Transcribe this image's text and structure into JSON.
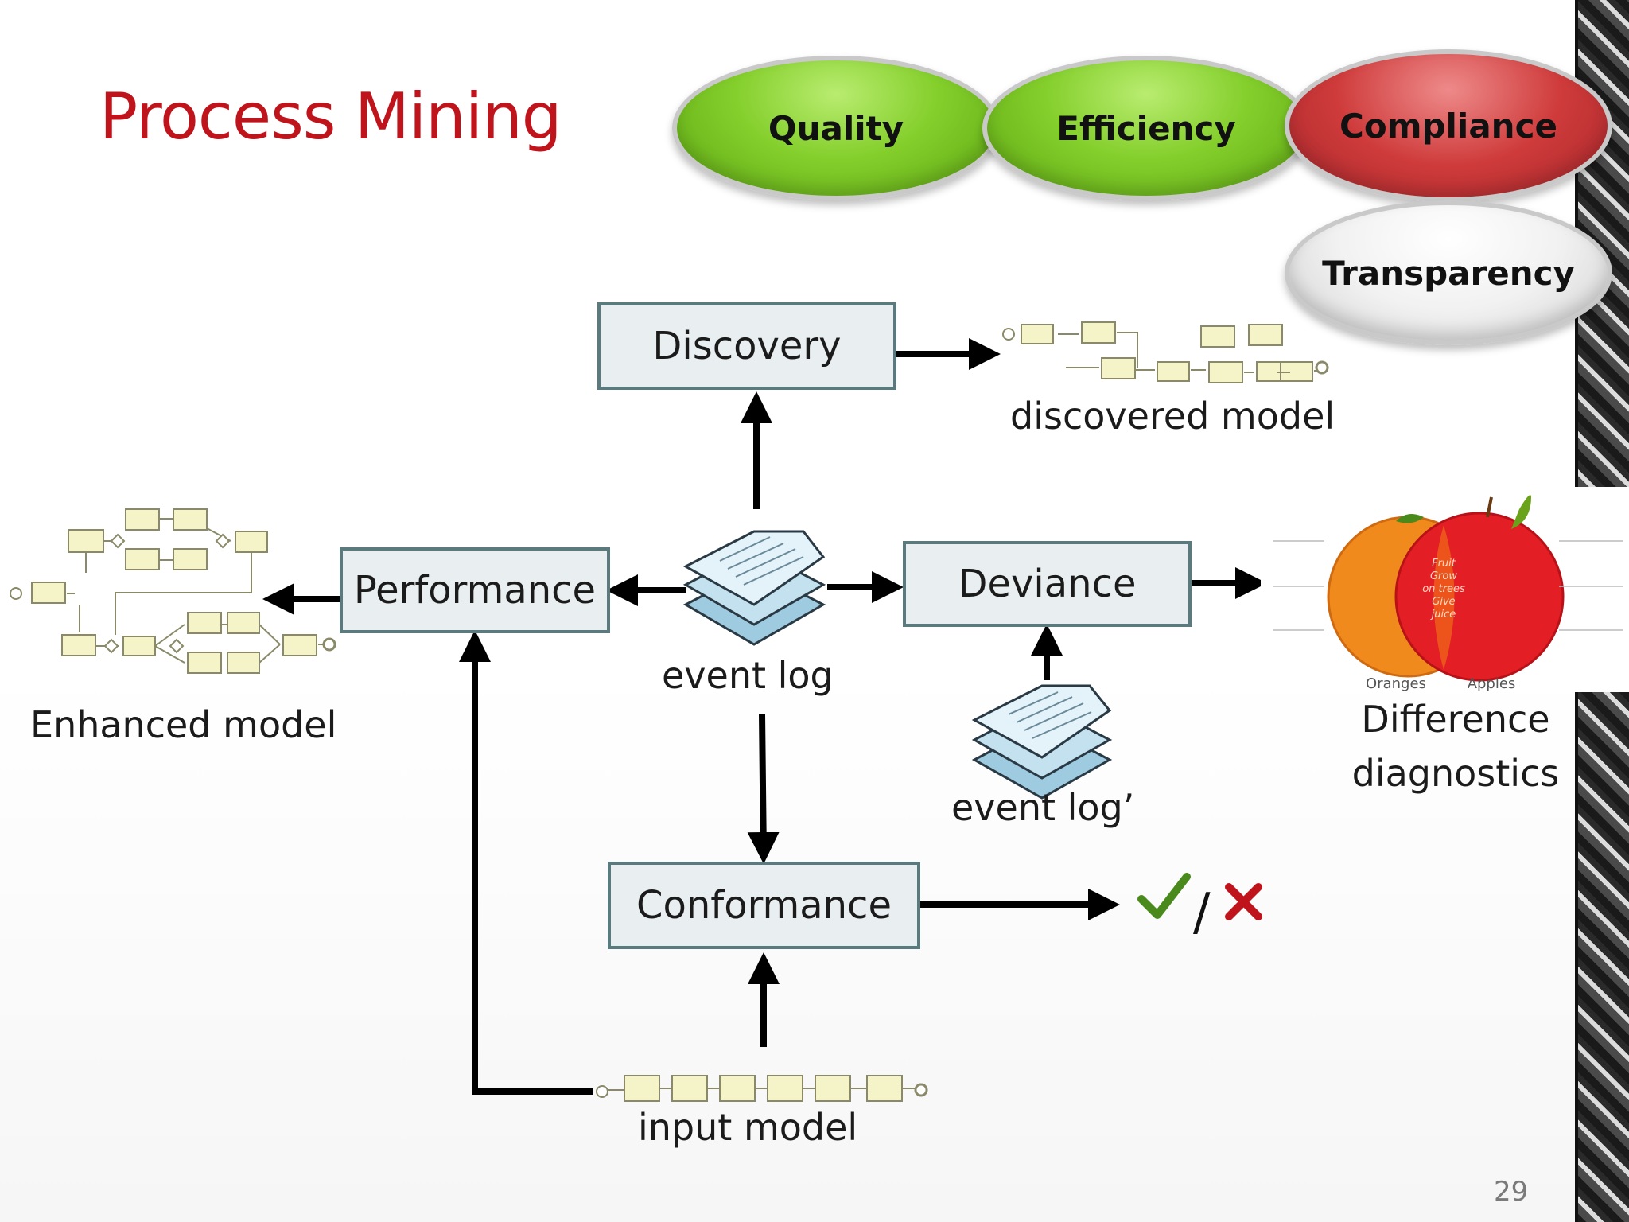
{
  "slide": {
    "title": "Process Mining",
    "page_number": "29"
  },
  "goals": [
    {
      "label": "Quality",
      "color": "#7cc42a"
    },
    {
      "label": "Efficiency",
      "color": "#7cc42a"
    },
    {
      "label": "Compliance",
      "color": "#c93a3a"
    },
    {
      "label": "Transparency",
      "color": "#eeeeee"
    }
  ],
  "boxes": {
    "discovery": "Discovery",
    "performance": "Performance",
    "deviance": "Deviance",
    "conformance": "Conformance"
  },
  "labels": {
    "discovered_model": "discovered model",
    "event_log": "event log",
    "event_log_prime": "event log’",
    "enhanced_model": "Enhanced model",
    "difference_line1": "Difference",
    "difference_line2": "diagnostics",
    "input_model": "input model"
  },
  "diagnostics": {
    "oranges": "Oranges",
    "apples": "Apples",
    "venn_text": [
      "Fruit",
      "Grow",
      "on trees",
      "Give",
      "juice"
    ]
  },
  "result_icons": {
    "check_color": "#4a8a1c",
    "cross_color": "#c0141c",
    "separator": "/"
  }
}
